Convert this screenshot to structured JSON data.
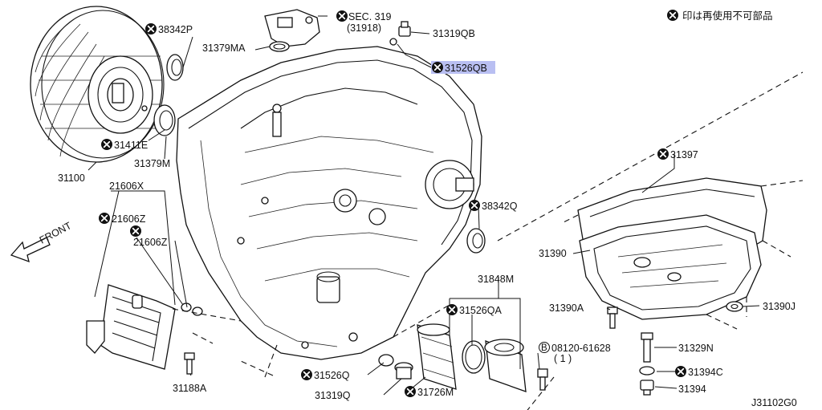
{
  "legend": {
    "text": "印は再使用不可部品"
  },
  "drawing_id": "J31102G0",
  "front_label": "FRONT",
  "labels": {
    "p31100": "31100",
    "p38342P": "38342P",
    "p31411E": "31411E",
    "p31379M": "31379M",
    "p31379MA": "31379MA",
    "sec": "SEC. 319",
    "sec_sub": "(31918)",
    "p31319QB": "31319QB",
    "p31526QB": "31526QB",
    "p21606X": "21606X",
    "p21606Z_a": "21606Z",
    "p21606Z_b": "21606Z",
    "p31188A": "31188A",
    "p38342Q": "38342Q",
    "p31397": "31397",
    "p31390": "31390",
    "p31390A": "31390A",
    "p31390J": "31390J",
    "p31329N": "31329N",
    "p31394C": "31394C",
    "p31394": "31394",
    "p31848M": "31848M",
    "p31526QA": "31526QA",
    "p08120": "08120-61628",
    "p08120_qty": "( 1 )",
    "p31526Q": "31526Q",
    "p31319Q": "31319Q",
    "p31726M": "31726M"
  },
  "highlight": {
    "part": "31526QB",
    "color": "#b9bff2"
  }
}
